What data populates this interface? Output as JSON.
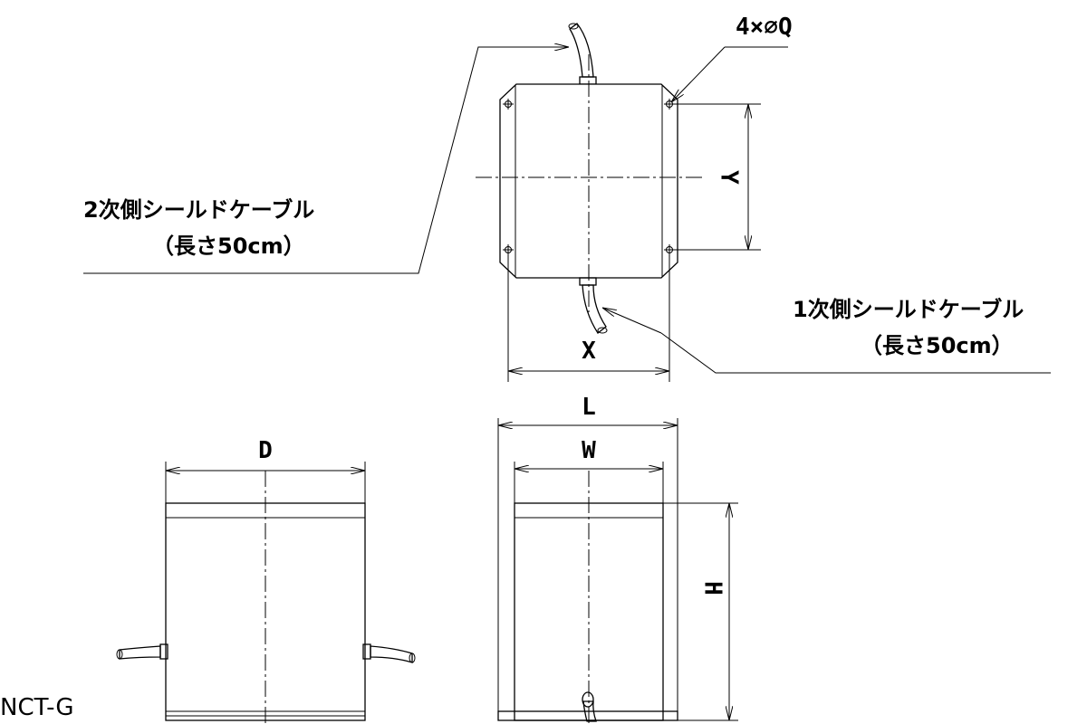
{
  "title": "NCT-G",
  "labels": {
    "holes": "4×⌀Q",
    "x": "X",
    "y": "Y",
    "l": "L",
    "w": "W",
    "d": "D",
    "h": "H"
  },
  "notes": {
    "secondary_cable": "2次側シールドケーブル",
    "secondary_cable_length": "（長さ50cm）",
    "primary_cable": "1次側シールドケーブル",
    "primary_cable_length": "（長さ50cm）"
  }
}
